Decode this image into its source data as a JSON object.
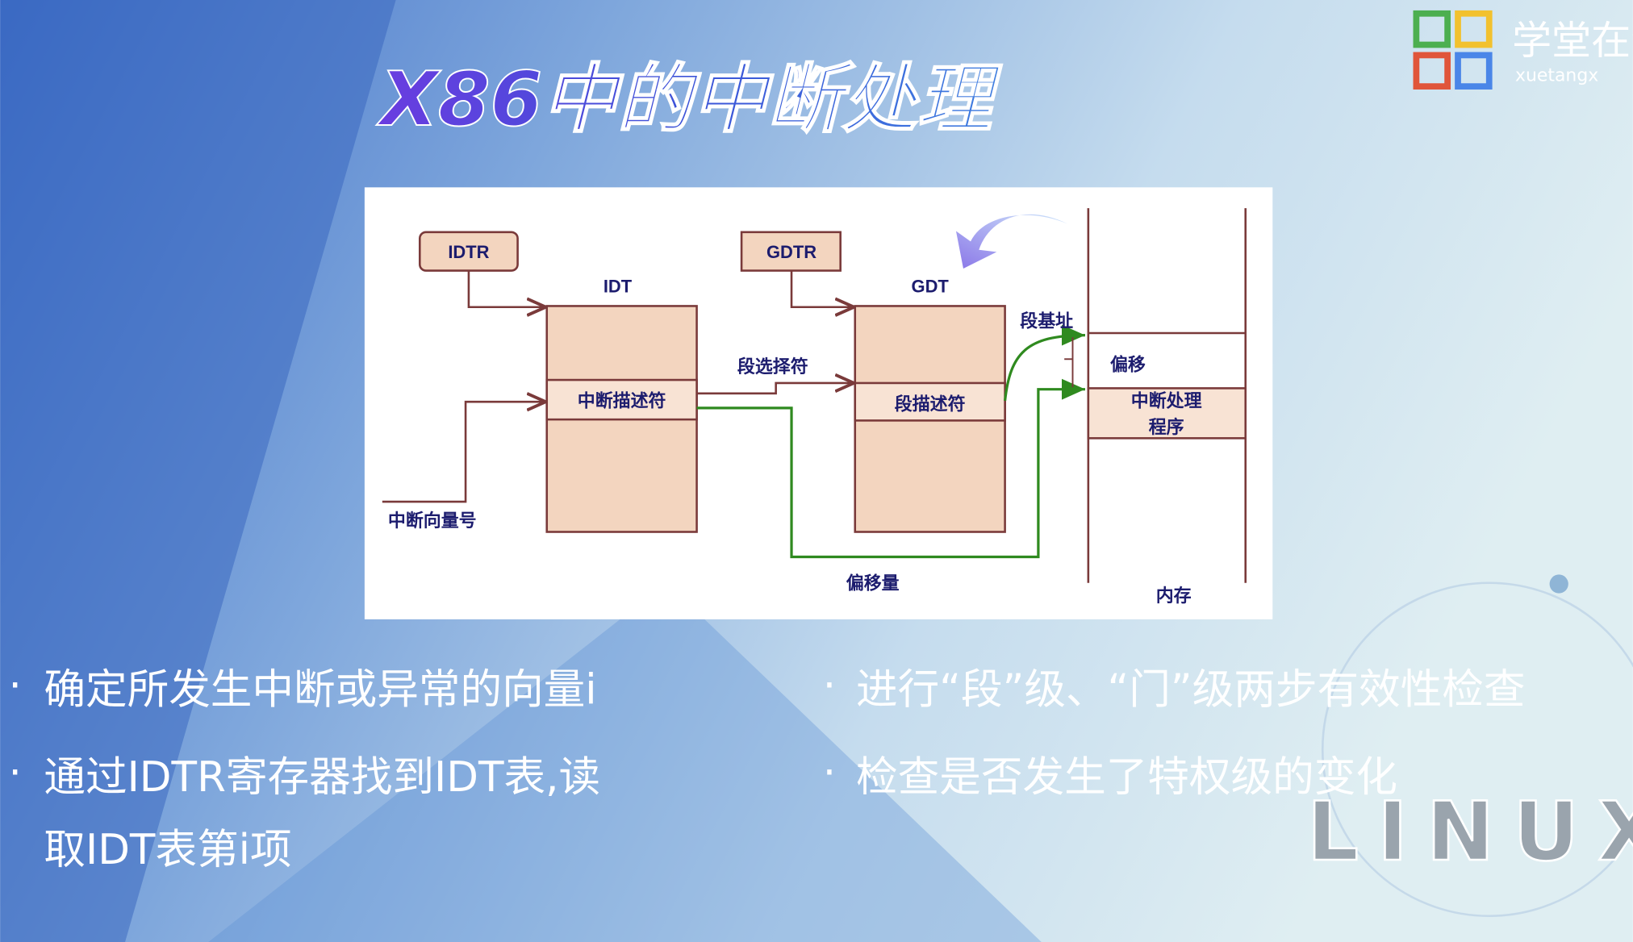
{
  "title": "X86中的中断处理",
  "logo": {
    "name": "学堂在线",
    "sub": "xuetangx"
  },
  "diagram": {
    "idtr": "IDTR",
    "idt": "IDT",
    "gdtr": "GDTR",
    "gdt": "GDT",
    "interrupt_descriptor": "中断描述符",
    "segment_selector": "段选择符",
    "segment_descriptor": "段描述符",
    "segment_base": "段基址",
    "offset": "偏移",
    "handler_line1": "中断处理",
    "handler_line2": "程序",
    "vector_number": "中断向量号",
    "offset_amount": "偏移量",
    "memory": "内存"
  },
  "bullets_left": [
    {
      "line1": "确定所发生中断或异常的向量i"
    },
    {
      "line1": "通过IDTR寄存器找到IDT表,读",
      "line2": "取IDT表第i项"
    }
  ],
  "bullets_right": [
    "进行“段”级、“门”级两步有效性检查",
    "检查是否发生了特权级的变化"
  ],
  "watermark": "LINUX",
  "colors": {
    "brown": "#7a3a3a",
    "fill": "#f3d5bf",
    "green": "#2f8a1f",
    "ink": "#1c1c6e"
  }
}
